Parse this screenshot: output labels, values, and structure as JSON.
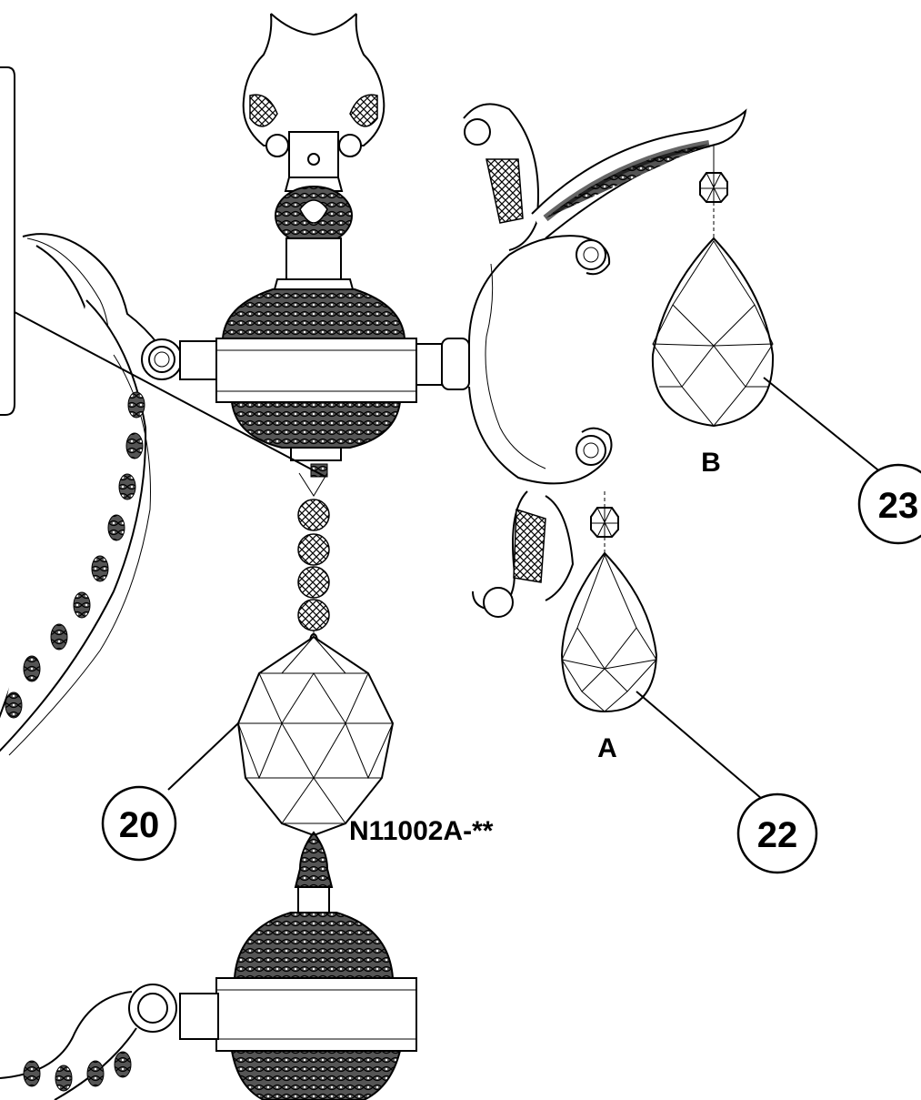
{
  "callouts": [
    {
      "id": "c20",
      "label": "20"
    },
    {
      "id": "c22",
      "label": "22"
    },
    {
      "id": "c23",
      "label": "23"
    }
  ],
  "variant_labels": {
    "a": "A",
    "b": "B"
  },
  "model_code": "N11002A-**"
}
